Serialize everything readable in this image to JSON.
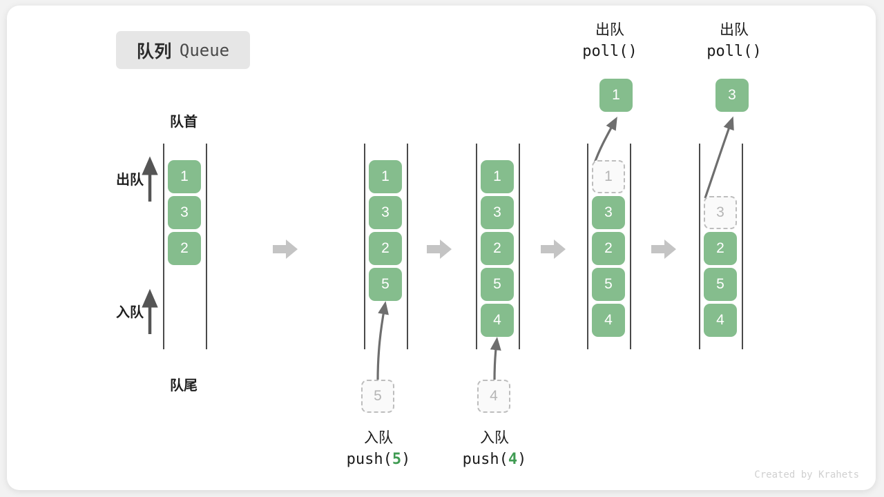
{
  "title": {
    "cn": "队列",
    "en": "Queue"
  },
  "labels": {
    "head": "队首",
    "tail": "队尾",
    "dequeue": "出队",
    "enqueue": "入队"
  },
  "colors": {
    "element_fill": "#85bd8d",
    "element_text": "#ffffff",
    "ghost_border": "#bdbdbd",
    "ghost_text": "#b5b5b5",
    "rail": "#4a4a4a",
    "arrow": "#c4c4c4",
    "badge_bg": "#e6e6e6",
    "accent_number": "#3f9b52"
  },
  "captions": {
    "push5": {
      "cn": "入队",
      "fn": "push(",
      "num": "5",
      "fn_end": ")"
    },
    "push4": {
      "cn": "入队",
      "fn": "push(",
      "num": "4",
      "fn_end": ")"
    },
    "poll1": {
      "cn": "出队",
      "fn": "poll()"
    },
    "poll2": {
      "cn": "出队",
      "fn": "poll()"
    }
  },
  "columns": [
    {
      "name": "initial-queue",
      "cells": [
        {
          "value": "1",
          "state": "filled"
        },
        {
          "value": "3",
          "state": "filled"
        },
        {
          "value": "2",
          "state": "filled"
        },
        {
          "value": "",
          "state": "empty"
        },
        {
          "value": "",
          "state": "empty"
        }
      ],
      "incoming": null,
      "outgoing": null
    },
    {
      "name": "after-push-5",
      "cells": [
        {
          "value": "1",
          "state": "filled"
        },
        {
          "value": "3",
          "state": "filled"
        },
        {
          "value": "2",
          "state": "filled"
        },
        {
          "value": "5",
          "state": "filled"
        },
        {
          "value": "",
          "state": "empty"
        }
      ],
      "incoming": {
        "value": "5"
      },
      "outgoing": null
    },
    {
      "name": "after-push-4",
      "cells": [
        {
          "value": "1",
          "state": "filled"
        },
        {
          "value": "3",
          "state": "filled"
        },
        {
          "value": "2",
          "state": "filled"
        },
        {
          "value": "5",
          "state": "filled"
        },
        {
          "value": "4",
          "state": "filled"
        }
      ],
      "incoming": {
        "value": "4"
      },
      "outgoing": null
    },
    {
      "name": "after-poll-1",
      "cells": [
        {
          "value": "1",
          "state": "ghost"
        },
        {
          "value": "3",
          "state": "filled"
        },
        {
          "value": "2",
          "state": "filled"
        },
        {
          "value": "5",
          "state": "filled"
        },
        {
          "value": "4",
          "state": "filled"
        }
      ],
      "incoming": null,
      "outgoing": {
        "value": "1"
      }
    },
    {
      "name": "after-poll-3",
      "cells": [
        {
          "value": "",
          "state": "empty"
        },
        {
          "value": "3",
          "state": "ghost"
        },
        {
          "value": "2",
          "state": "filled"
        },
        {
          "value": "5",
          "state": "filled"
        },
        {
          "value": "4",
          "state": "filled"
        }
      ],
      "incoming": null,
      "outgoing": {
        "value": "3"
      }
    }
  ],
  "ghost_inputs": [
    {
      "value": "5"
    },
    {
      "value": "4"
    }
  ],
  "popped_outputs": [
    {
      "value": "1"
    },
    {
      "value": "3"
    }
  ],
  "transition_arrow_count": 4,
  "credit": "Created by Krahets"
}
